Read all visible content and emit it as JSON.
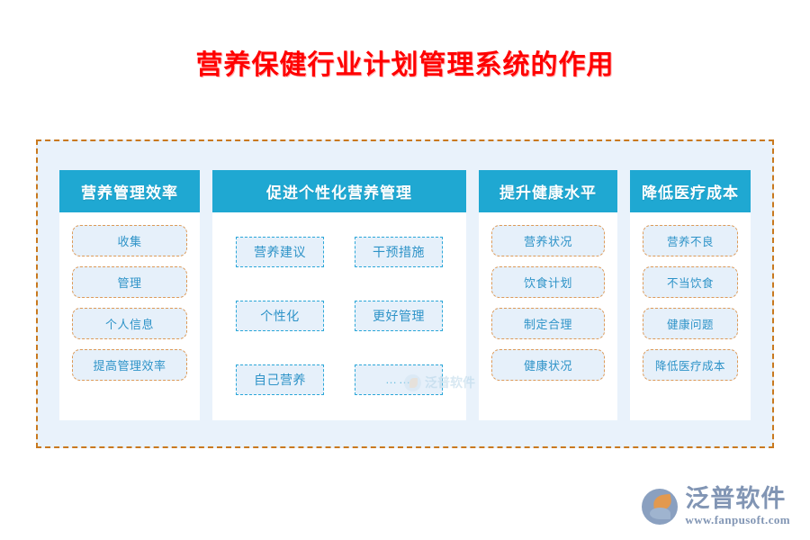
{
  "page": {
    "title": "营养保健行业计划管理系统的作用",
    "title_color": "#ff0000",
    "background_color": "#ffffff"
  },
  "outer_container": {
    "border_color": "#c9791f",
    "background_color": "#e9f2fb"
  },
  "theme": {
    "header_bg": "#1fa8d2",
    "header_text": "#ffffff",
    "chip_bg": "#e6f0fa",
    "chip_text": "#2e93c8",
    "chip_border_orange": "#dd9a58",
    "chip_border_cyan": "#2ba7d8"
  },
  "columns": [
    {
      "header": "营养管理效率",
      "style": "round-orange",
      "items": [
        {
          "label": "收集"
        },
        {
          "label": "管理"
        },
        {
          "label": "个人信息"
        },
        {
          "label": "提高管理效率"
        }
      ]
    },
    {
      "header": "促进个性化营养管理",
      "style": "square-cyan",
      "items": [
        {
          "label": "营养建议"
        },
        {
          "label": "干预措施"
        },
        {
          "label": "个性化"
        },
        {
          "label": "更好管理"
        },
        {
          "label": "自己营养"
        },
        {
          "label": "……"
        }
      ]
    },
    {
      "header": "提升健康水平",
      "style": "round-orange",
      "items": [
        {
          "label": "营养状况"
        },
        {
          "label": "饮食计划"
        },
        {
          "label": "制定合理"
        },
        {
          "label": "健康状况"
        }
      ]
    },
    {
      "header": "降低医疗成本",
      "style": "round-orange",
      "items": [
        {
          "label": "营养不良"
        },
        {
          "label": "不当饮食"
        },
        {
          "label": "健康问题"
        },
        {
          "label": "降低医疗成本"
        }
      ]
    }
  ],
  "watermark": {
    "text": "泛普软件"
  },
  "brand": {
    "name": "泛普软件",
    "url": "www.fanpusoft.com"
  }
}
